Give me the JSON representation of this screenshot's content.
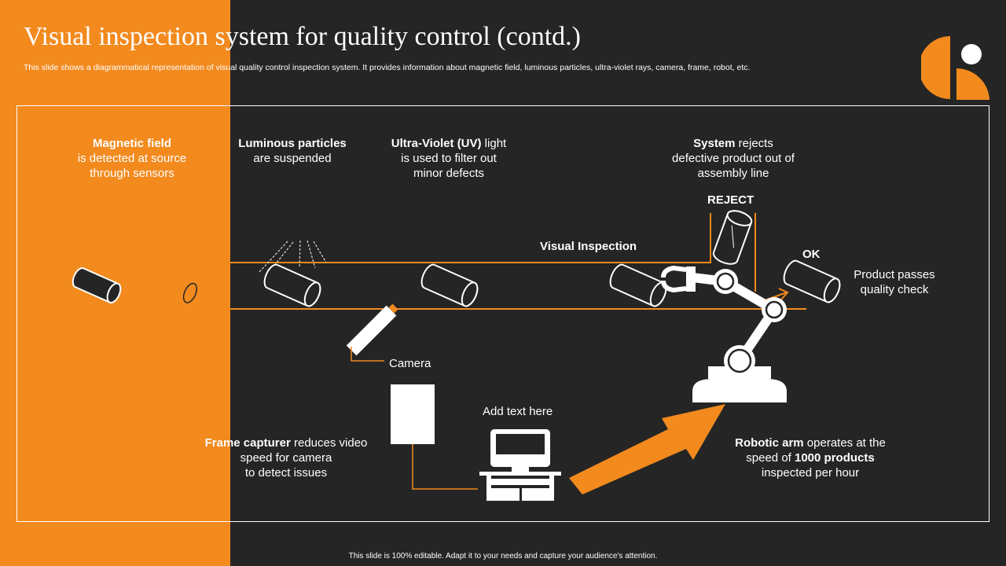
{
  "colors": {
    "accent": "#F28A1E",
    "background": "#252525",
    "line": "#ffffff"
  },
  "header": {
    "title": "Visual inspection system for quality control (contd.)",
    "subtitle": "This slide shows a diagrammatical representation of visual quality control inspection system. It provides information about magnetic field, luminous particles, ultra-violet rays, camera, frame, robot, etc."
  },
  "labels": {
    "magnetic": {
      "bold": "Magnetic field",
      "line2": "is detected at source",
      "line3": "through sensors"
    },
    "luminous": {
      "bold": "Luminous particles",
      "line2": "are suspended"
    },
    "uv": {
      "bold": "Ultra-Violet (UV)",
      "rest": " light",
      "line2": "is used to filter out",
      "line3": "minor defects"
    },
    "system": {
      "bold": "System",
      "rest": " rejects",
      "line2": "defective product out of",
      "line3": "assembly line"
    },
    "reject": "REJECT",
    "visual_inspection": "Visual Inspection",
    "ok": "OK",
    "passes": {
      "line1": "Product passes",
      "line2": "quality check"
    },
    "camera": "Camera",
    "add_text": "Add text here",
    "frame": {
      "bold": "Frame capturer",
      "rest": " reduces video",
      "line2": "speed for camera",
      "line3": "to detect issues"
    },
    "robotic": {
      "bold": "Robotic arm",
      "rest": " operates at the",
      "line2a": "speed of ",
      "line2b": "1000 products",
      "line3": "inspected per hour"
    }
  },
  "footer": "This slide is 100% editable. Adapt it to your needs and capture your audience's attention."
}
